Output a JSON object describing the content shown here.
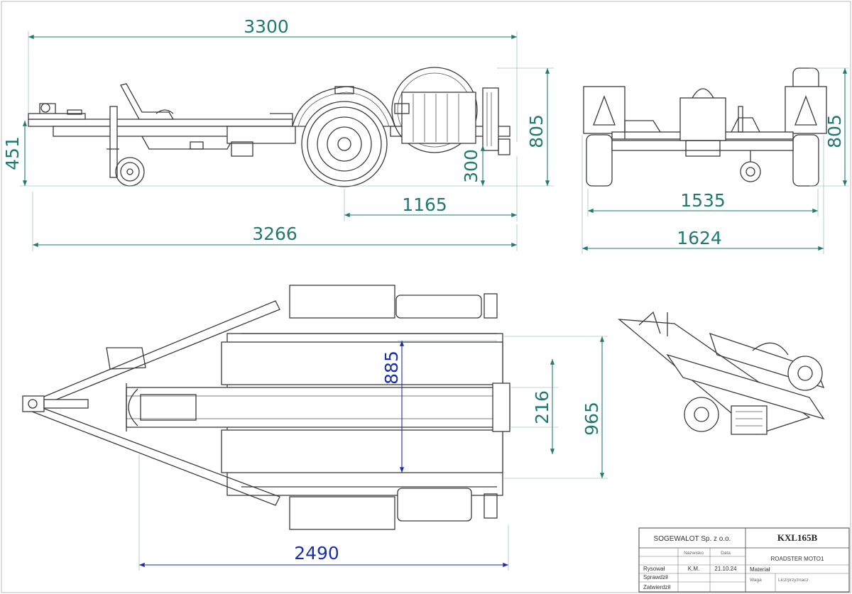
{
  "dimensions": {
    "side_overall_length": "3300",
    "side_coupling_height": "451",
    "side_height": "805",
    "side_ground_clearance": "300",
    "side_axle_to_rear": "1165",
    "side_body_length": "3266",
    "rear_height": "805",
    "rear_track": "1535",
    "rear_width": "1624",
    "top_rail_spacing": "885",
    "top_channel_width": "216",
    "top_inner_width": "965",
    "top_length": "2490"
  },
  "title_block": {
    "company": "SOGEWALOT Sp. z o.o.",
    "model": "KXL165B",
    "product": "ROADSTER MOTO1",
    "col_name": "Nazwisko",
    "col_date": "Data",
    "row_drawn": "Rysował",
    "row_checked": "Sprawdził",
    "row_approved": "Zatwierdził",
    "drawn_by": "K.M.",
    "drawn_date": "21.10.24",
    "material_label": "Materiał",
    "scale_label": "Waga",
    "usage_label": "Licz/przyznacz"
  },
  "colors": {
    "dimension_teal": "#1f7a72",
    "dimension_blue": "#1a2fb0",
    "line": "#3a3a3a"
  }
}
